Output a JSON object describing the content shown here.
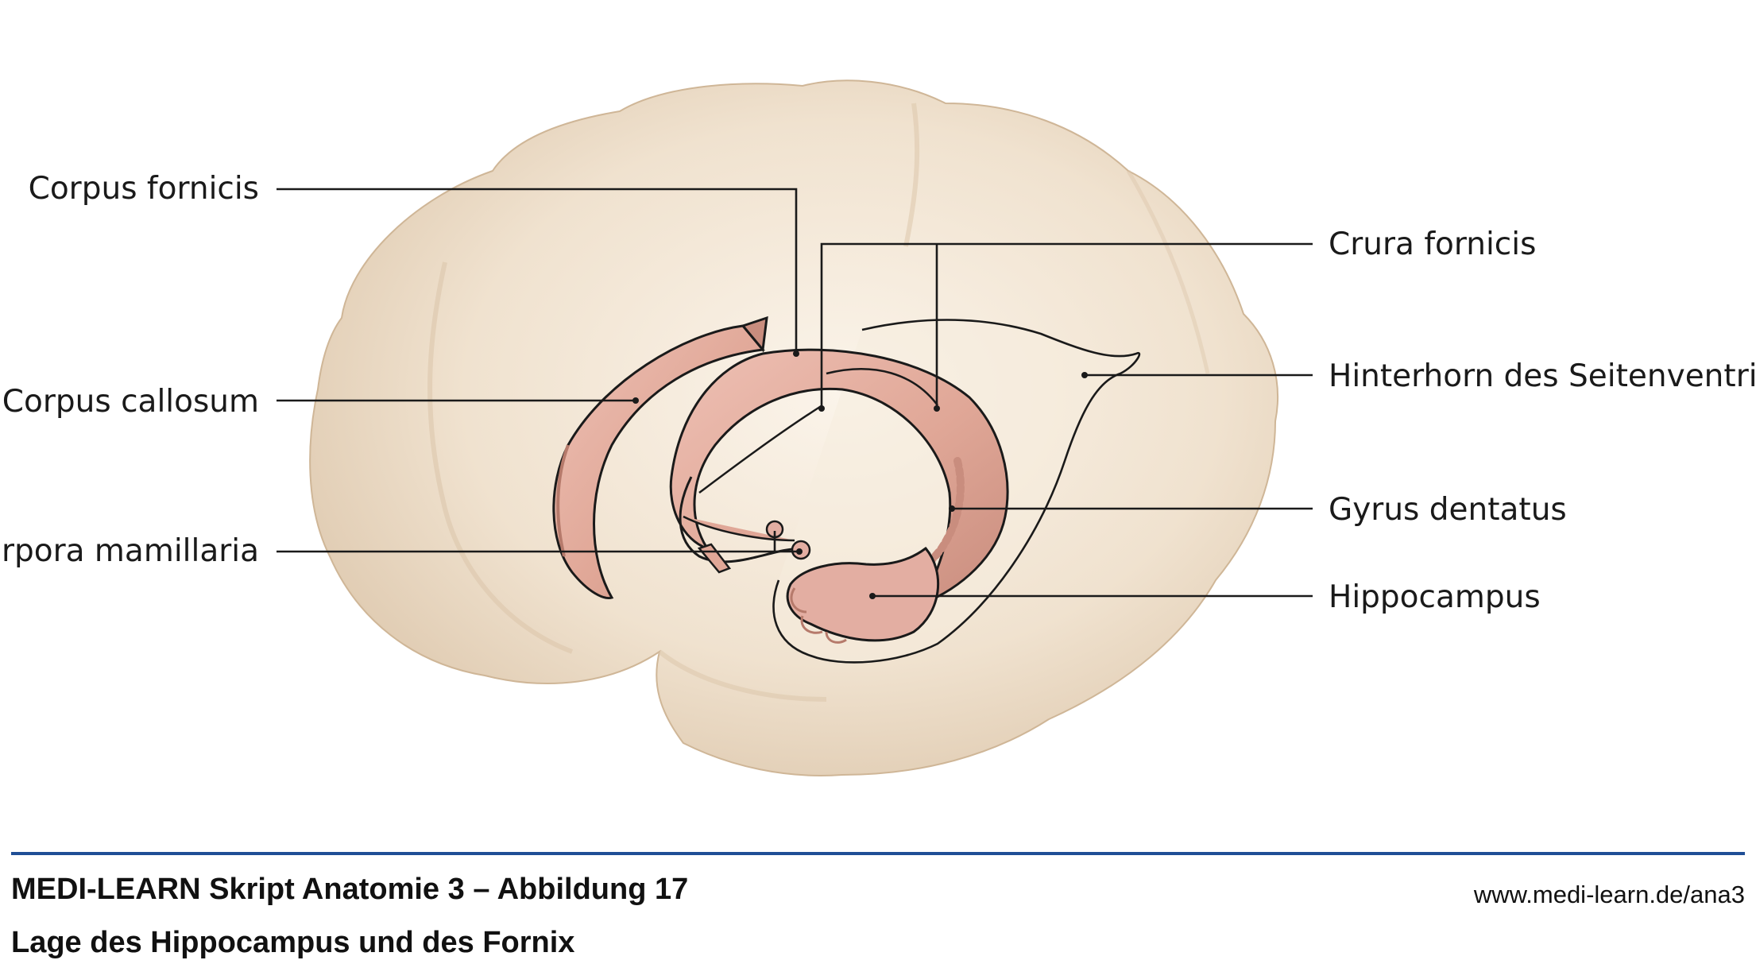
{
  "labels": {
    "corpus_fornicis": "Corpus fornicis",
    "corpus_callosum": "Corpus callosum",
    "corpora_mamillaria": "Corpora mamillaria",
    "crura_fornicis": "Crura fornicis",
    "hinterhorn": "Hinterhorn des Seitenventrikels",
    "gyrus_dentatus": "Gyrus dentatus",
    "hippocampus": "Hippocampus"
  },
  "caption": {
    "title": "MEDI-LEARN Skript Anatomie 3 – Abbildung 17",
    "subtitle": "Lage des Hippocampus und des Fornix",
    "url": "www.medi-learn.de/ana3"
  },
  "colors": {
    "brain_fill": "#f0e1cc",
    "brain_shade": "#dcc6ab",
    "structure_fill": "#e3aea2",
    "structure_dark": "#bf8475",
    "outline": "#1a1a1a",
    "rule": "#1f4e96"
  }
}
